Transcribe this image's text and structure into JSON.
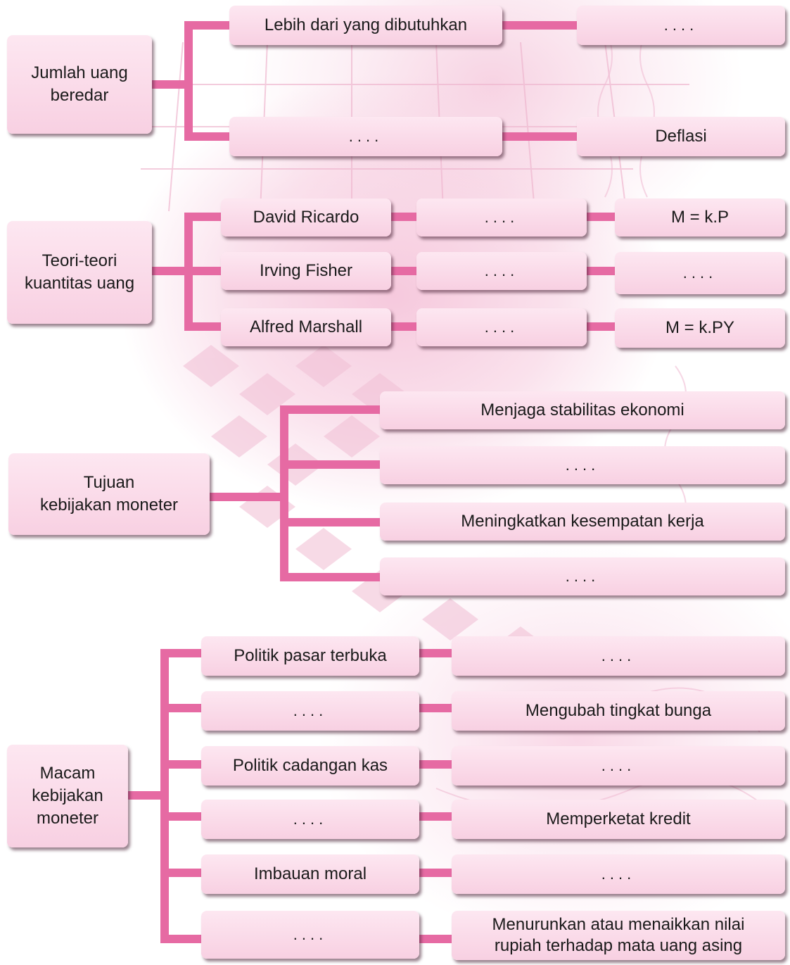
{
  "sections": {
    "jumlah_uang": {
      "root": "Jumlah uang\nberedar",
      "branch_top": "Lebih dari yang dibutuhkan",
      "branch_top_result": "....",
      "branch_bottom": "....",
      "branch_bottom_result": "Deflasi"
    },
    "teori_kuantitas": {
      "root": "Teori-teori\nkuantitas uang",
      "rows": [
        {
          "name": "David Ricardo",
          "middle": "....",
          "formula": "M = k.P"
        },
        {
          "name": "Irving Fisher",
          "middle": "....",
          "formula": "...."
        },
        {
          "name": "Alfred Marshall",
          "middle": "....",
          "formula": "M = k.PY"
        }
      ]
    },
    "tujuan": {
      "root": "Tujuan\nkebijakan moneter",
      "items": [
        "Menjaga stabilitas ekonomi",
        "....",
        "Meningkatkan kesempatan kerja",
        "...."
      ]
    },
    "macam": {
      "root": "Macam\nkebijakan\nmoneter",
      "rows": [
        {
          "left": "Politik pasar terbuka",
          "right": "...."
        },
        {
          "left": "....",
          "right": "Mengubah tingkat bunga"
        },
        {
          "left": "Politik cadangan kas",
          "right": "...."
        },
        {
          "left": "....",
          "right": "Memperketat kredit"
        },
        {
          "left": "Imbauan moral",
          "right": "...."
        },
        {
          "left": "....",
          "right": "Menurunkan atau menaikkan nilai\nrupiah terhadap mata uang asing"
        }
      ]
    }
  },
  "colors": {
    "connector": "#e66aa3",
    "box_top": "#fde7f1",
    "box_bottom": "#f8d0e2"
  }
}
